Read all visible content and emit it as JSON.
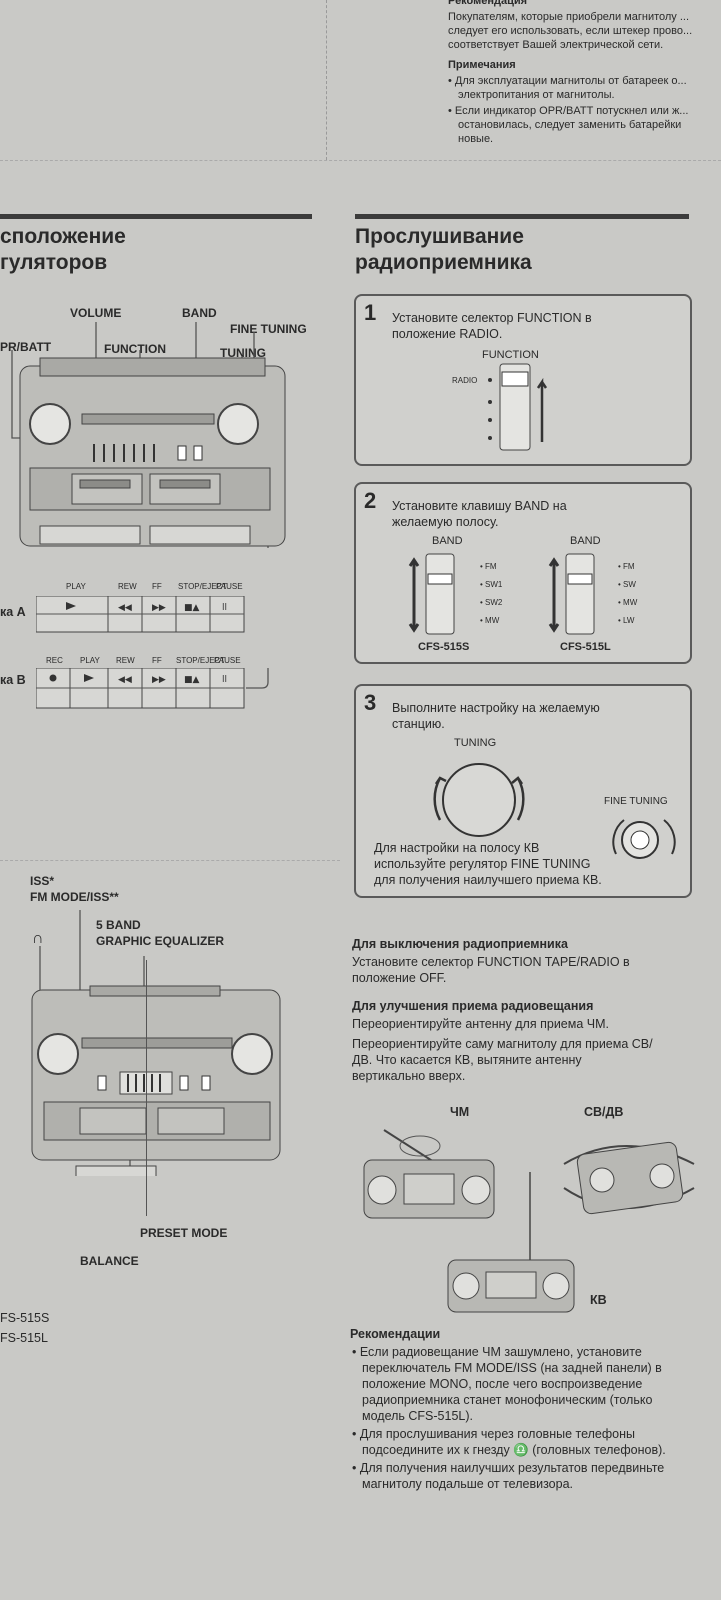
{
  "top_note": {
    "heading": "Рекомендация",
    "lines": [
      "Покупателям, которые приобрели магнитолу ...",
      "следует его использовать, если штекер прово...",
      "соответствует Вашей электрической сети."
    ],
    "notes_heading": "Примечания",
    "note1": "• Для эксплуатации магнитолы от батареек о...",
    "note1b": "электропитания от магнитолы.",
    "note2": "• Если индикатор OPR/BATT потускнел или ж...",
    "note2b": "остановилась, следует заменить батарейки",
    "note2c": "новые."
  },
  "left": {
    "title_line1": "сположение",
    "title_line2": "гуляторов",
    "labels": {
      "volume": "VOLUME",
      "band": "BAND",
      "fine_tuning": "FINE TUNING",
      "opr_batt": "PR/BATT",
      "function": "FUNCTION",
      "tuning": "TUNING"
    },
    "deck_a": {
      "label": "ка A",
      "buttons": [
        "PLAY",
        "REW",
        "FF",
        "STOP/EJECT",
        "PAUSE"
      ]
    },
    "deck_b": {
      "label": "ка B",
      "buttons": [
        "REC",
        "PLAY",
        "REW",
        "FF",
        "STOP/EJECT",
        "PAUSE"
      ]
    },
    "back_labels": {
      "iss": "ISS*",
      "fm_mode": "FM MODE/ISS**",
      "eq1": "5 BAND",
      "eq2": "GRAPHIC EQUALIZER",
      "preset": "PRESET MODE",
      "balance": "BALANCE"
    },
    "models": [
      "FS-515S",
      "FS-515L"
    ]
  },
  "right": {
    "title_line1": "Прослушивание",
    "title_line2": "радиоприемника",
    "step1": {
      "num": "1",
      "text1": "Установите селектор FUNCTION в",
      "text2": "положение RADIO.",
      "fig_label": "FUNCTION",
      "radio": "RADIO"
    },
    "step2": {
      "num": "2",
      "text1": "Установите клавишу BAND на",
      "text2": "желаемую полосу.",
      "band": "BAND",
      "bands_s": [
        "FM",
        "SW1",
        "SW2",
        "MW"
      ],
      "bands_l": [
        "FM",
        "SW",
        "MW",
        "LW"
      ],
      "model_s": "CFS-515S",
      "model_l": "CFS-515L"
    },
    "step3": {
      "num": "3",
      "text1": "Выполните настройку на желаемую",
      "text2": "станцию.",
      "tuning": "TUNING",
      "fine_tuning": "FINE TUNING",
      "note1": "Для настройки на полосу КВ",
      "note2": "используйте регулятор FINE TUNING",
      "note3": "для получения наилучшего приема КВ."
    },
    "off": {
      "heading": "Для выключения радиоприемника",
      "line1": "Установите селектор FUNCTION TAPE/RADIO в",
      "line2": "положение OFF."
    },
    "improve": {
      "heading": "Для улучшения приема радиовещания",
      "line1": "Переориентируйте антенну для приема ЧМ.",
      "line2": "Переориентируйте саму магнитолу для приема СВ/",
      "line3": "ДВ. Что касается КВ, вытяните антенну",
      "line4": "вертикально вверх."
    },
    "fig_labels": {
      "fm": "ЧМ",
      "mwlw": "СВ/ДВ",
      "sw": "КВ"
    },
    "tips": {
      "heading": "Рекомендации",
      "t1": [
        "• Если радиовещание ЧМ зашумлено, установите",
        "переключатель FM MODE/ISS (на задней панели) в",
        "положение MONO, после чего воспроизведение",
        "радиоприемника станет монофоническим (только",
        "модель CFS-515L)."
      ],
      "t2": [
        "• Для прослушивания через головные телефоны",
        "подсоедините их к гнезду ♎ (головных телефонов)."
      ],
      "t3": [
        "• Для получения наилучших результатов передвиньте",
        "магнитолу подальше от телевизора."
      ]
    }
  }
}
